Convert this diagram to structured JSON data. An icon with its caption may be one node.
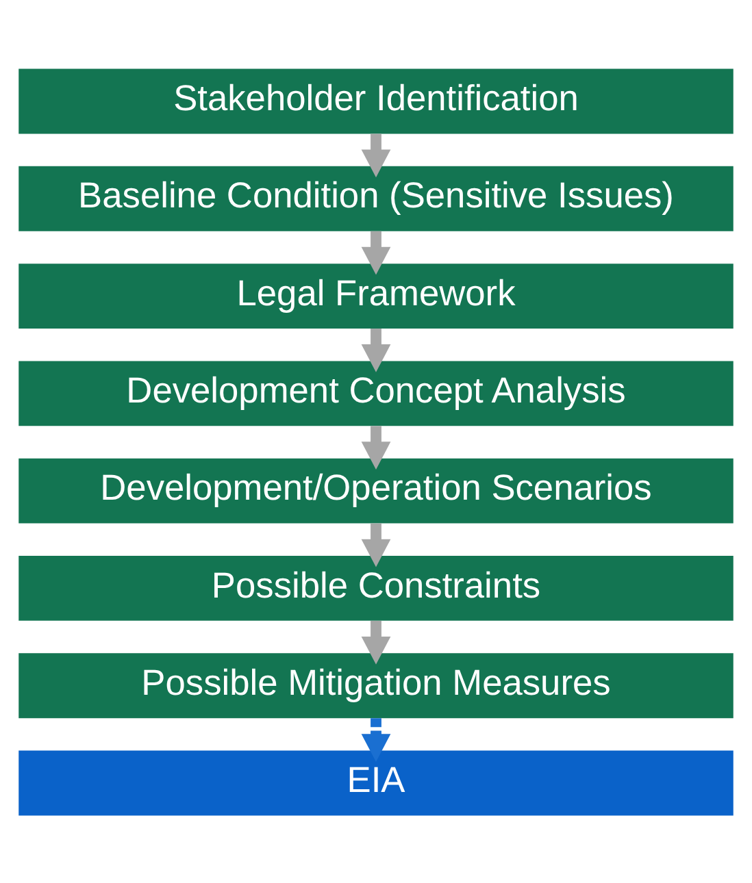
{
  "diagram": {
    "nodes": [
      {
        "text": [
          "Stakeholder Identification"
        ]
      },
      {
        "text": [
          "Baseline Condition (Sensitive Issues)"
        ]
      },
      {
        "text": [
          "Legal Framework"
        ]
      },
      {
        "text": [
          "Development Concept Analysis"
        ]
      },
      {
        "text": [
          "Development/Operation Scenarios"
        ]
      },
      {
        "text": [
          "Possible Constraints"
        ]
      },
      {
        "text": [
          "Possible Mitigation Measures"
        ]
      },
      {
        "text": [
          "EIA"
        ]
      }
    ],
    "edges": [
      {
        "from": 0,
        "to": 1,
        "arrow": "to"
      },
      {
        "from": 1,
        "to": 2,
        "arrow": "to"
      },
      {
        "from": 2,
        "to": 3,
        "arrow": "to"
      },
      {
        "from": 3,
        "to": 4,
        "arrow": "to"
      },
      {
        "from": 4,
        "to": 5,
        "arrow": "to"
      },
      {
        "from": 5,
        "to": 6,
        "arrow": "to"
      },
      {
        "from": 6,
        "to": 7,
        "arrow": "to",
        "style": "dashed",
        "color": "#1a6fd1"
      }
    ]
  }
}
